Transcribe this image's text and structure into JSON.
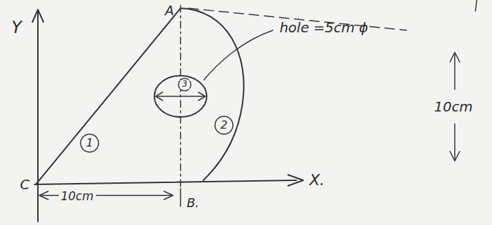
{
  "diagram": {
    "labels": [
      "Y",
      "A",
      "hole =5cm ϕ",
      "3",
      "1",
      "2",
      "10cm",
      "C",
      "10cm",
      "B.",
      "X."
    ]
  }
}
